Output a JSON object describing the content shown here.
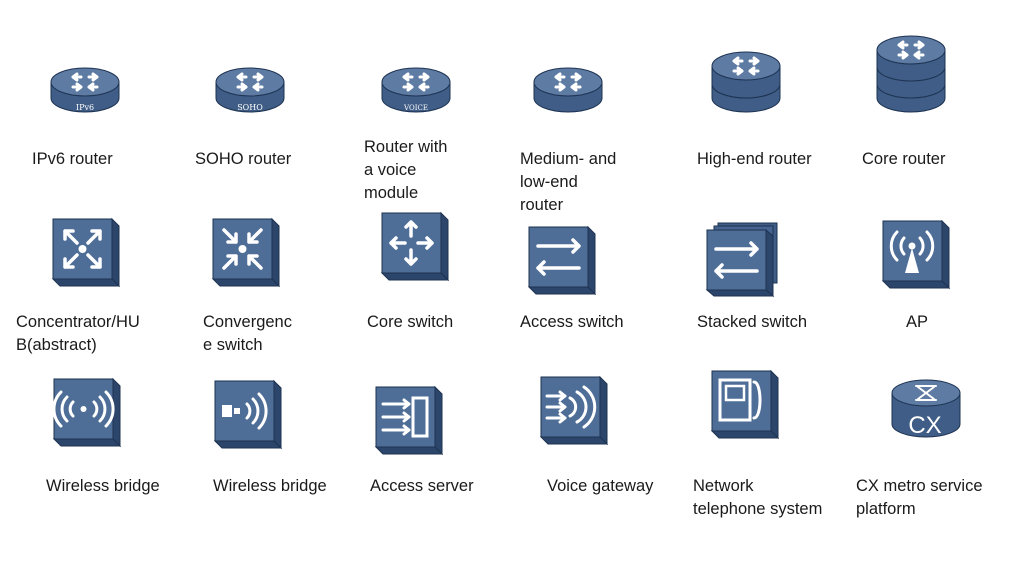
{
  "colors": {
    "device_top": "#5d7ba3",
    "device_front": "#3f5d86",
    "device_side": "#2c466b",
    "device_edge": "#1e3352",
    "glyph": "#ffffff",
    "text": "#1a1a1a"
  },
  "rows": [
    {
      "items": [
        {
          "icon": "ipv6-router-icon",
          "badge": "IPv6",
          "label": "IPv6 router"
        },
        {
          "icon": "soho-router-icon",
          "badge": "SOHO",
          "label": "SOHO router"
        },
        {
          "icon": "voice-router-icon",
          "badge": "VOICE",
          "label": "Router with\na voice\nmodule"
        },
        {
          "icon": "medium-low-end-router-icon",
          "label": "Medium- and\nlow-end\nrouter"
        },
        {
          "icon": "high-end-router-icon",
          "label": "High-end router"
        },
        {
          "icon": "core-router-icon",
          "label": "Core router"
        }
      ]
    },
    {
      "items": [
        {
          "icon": "concentrator-hub-icon",
          "label": "Concentrator/HU\nB(abstract)"
        },
        {
          "icon": "convergence-switch-icon",
          "label": "Convergenc\ne switch"
        },
        {
          "icon": "core-switch-icon",
          "label": "Core switch"
        },
        {
          "icon": "access-switch-icon",
          "label": "Access switch"
        },
        {
          "icon": "stacked-switch-icon",
          "label": "Stacked switch"
        },
        {
          "icon": "ap-icon",
          "label": "AP"
        }
      ]
    },
    {
      "items": [
        {
          "icon": "wireless-bridge-icon",
          "label": "Wireless bridge"
        },
        {
          "icon": "wireless-bridge-2-icon",
          "label": "Wireless bridge"
        },
        {
          "icon": "access-server-icon",
          "label": "Access server"
        },
        {
          "icon": "voice-gateway-icon",
          "label": "Voice gateway"
        },
        {
          "icon": "network-telephone-system-icon",
          "label": "Network\ntelephone system"
        },
        {
          "icon": "cx-metro-service-platform-icon",
          "badge": "CX",
          "label": "CX metro service\nplatform"
        }
      ]
    }
  ]
}
